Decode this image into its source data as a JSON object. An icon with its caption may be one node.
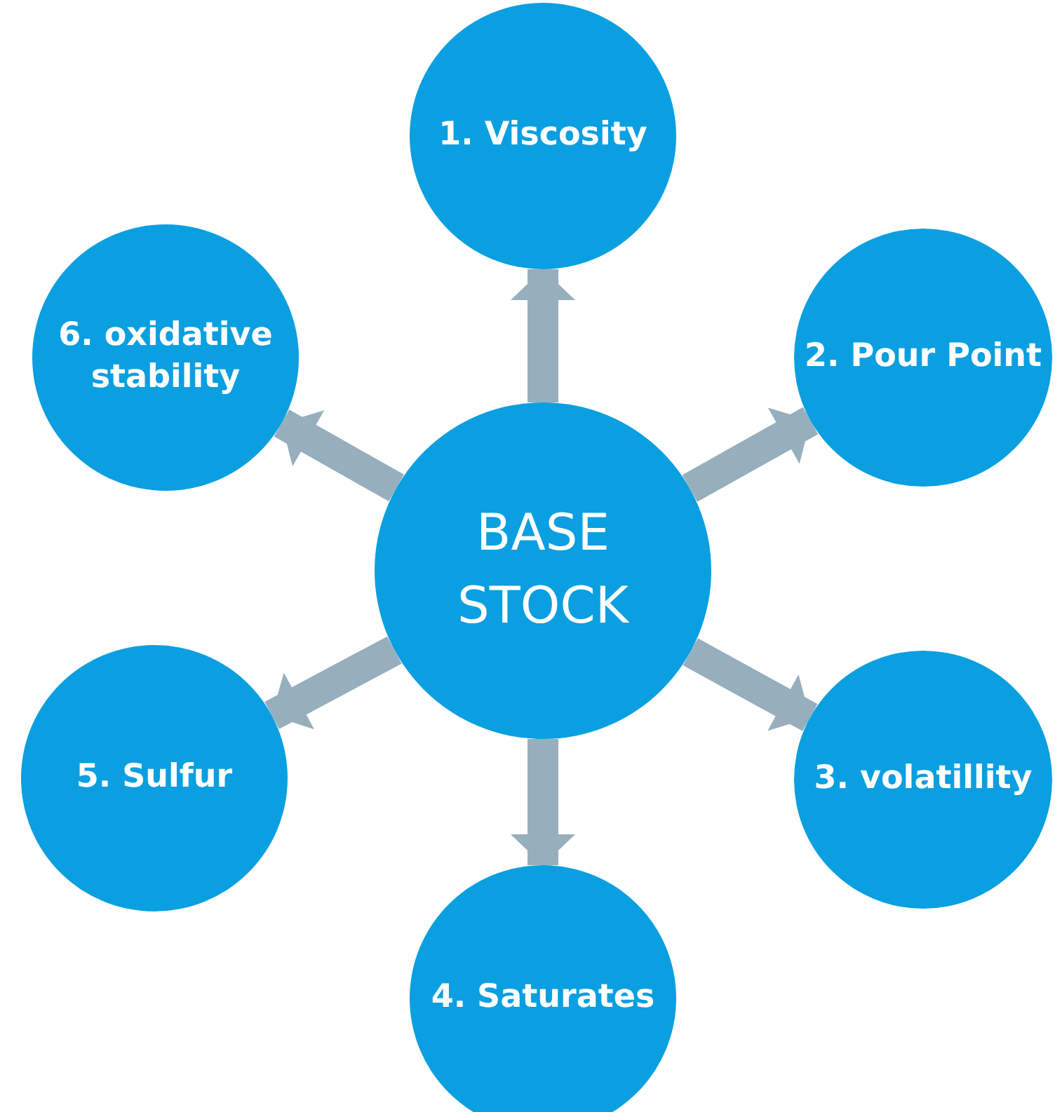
{
  "diagram": {
    "nodes": [
      {
        "text": [
          "BASE STOCK"
        ]
      },
      {
        "text": [
          "1. Viscosity"
        ]
      },
      {
        "text": [
          "2. Pour Point"
        ]
      },
      {
        "text": [
          "3. volatillity"
        ]
      },
      {
        "text": [
          "4. Saturates"
        ]
      },
      {
        "text": [
          "5. Sulfur"
        ]
      },
      {
        "text": [
          "6. oxidative stability"
        ]
      }
    ],
    "edges": [
      {
        "from": 0,
        "to": 1,
        "arrow": "to"
      },
      {
        "from": 0,
        "to": 2,
        "arrow": "to"
      },
      {
        "from": 0,
        "to": 3,
        "arrow": "to"
      },
      {
        "from": 0,
        "to": 4,
        "arrow": "to"
      },
      {
        "from": 0,
        "to": 5,
        "arrow": "to"
      },
      {
        "from": 0,
        "to": 6,
        "arrow": "to"
      }
    ]
  }
}
